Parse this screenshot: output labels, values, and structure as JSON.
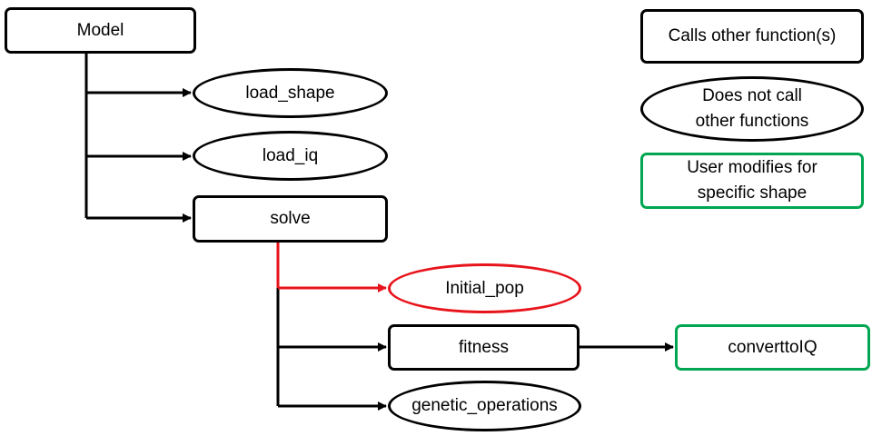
{
  "colors": {
    "default": "#000000",
    "user_modified": "#00a651",
    "highlight": "#e8141c"
  },
  "nodes": {
    "model": "Model",
    "load_shape": "load_shape",
    "load_iq": "load_iq",
    "solve": "solve",
    "initial_pop": "Initial_pop",
    "fitness": "fitness",
    "genetic_operations": "genetic_operations",
    "converttoiq": "converttoIQ"
  },
  "legend": {
    "calls_other": "Calls other function(s)",
    "does_not_call": "Does not call\nother functions",
    "user_modifies": "User modifies for\nspecific shape"
  }
}
